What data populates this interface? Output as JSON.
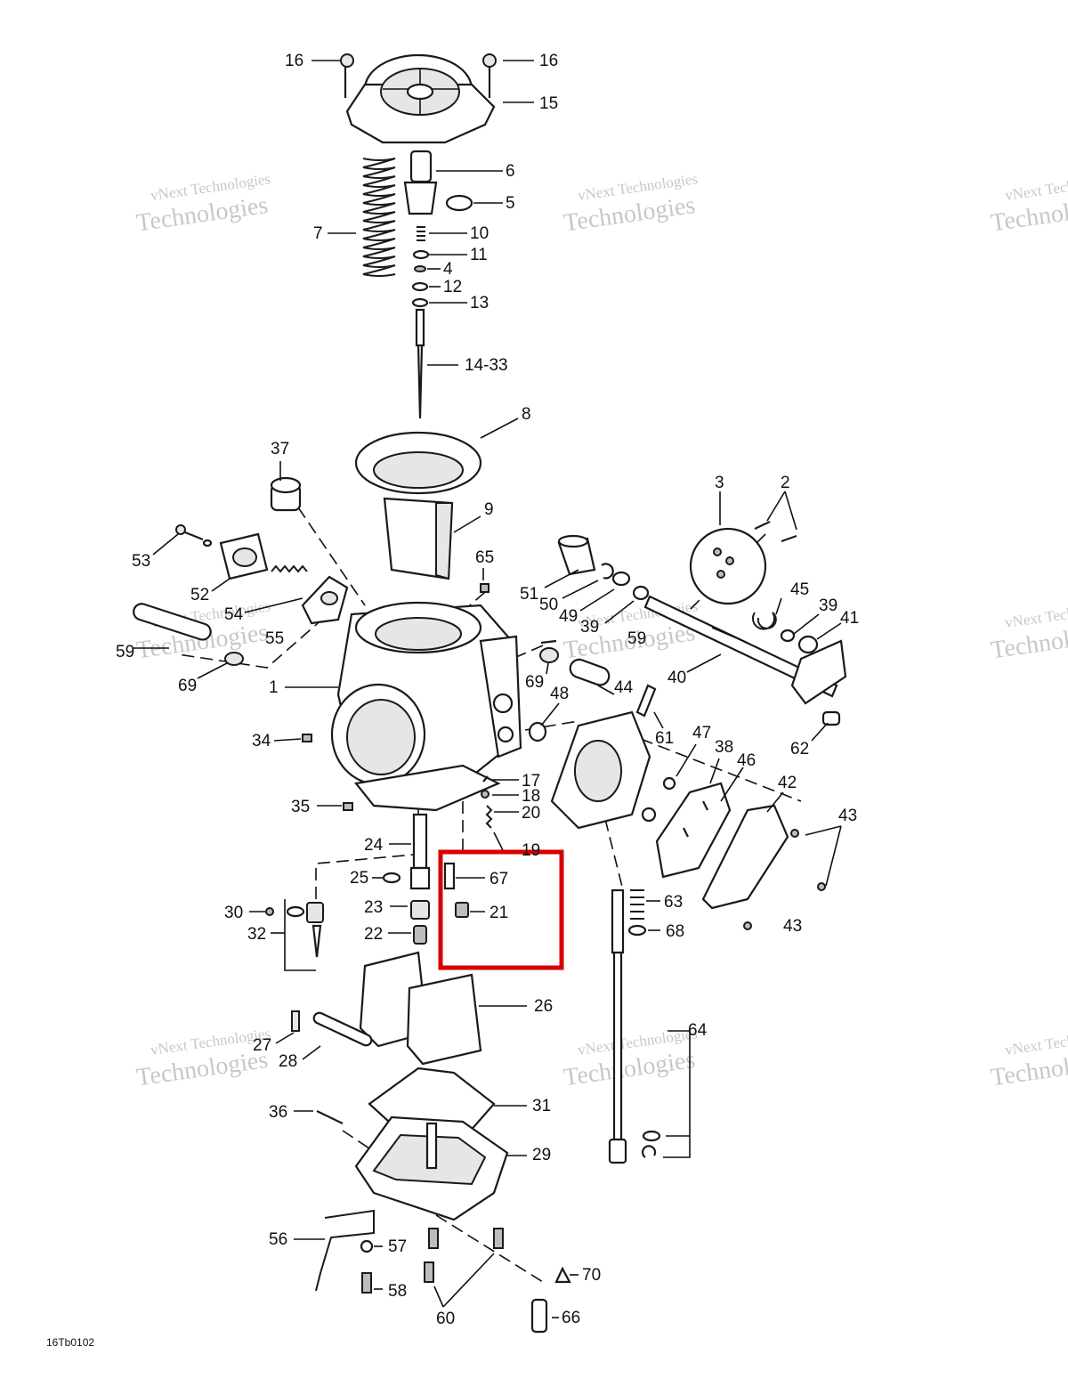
{
  "diagram_code": "16Tb0102",
  "watermark": {
    "line1": "vNext Technologies",
    "line2": "Technologies"
  },
  "highlight_color": "#d60000",
  "callouts": {
    "c16a": "16",
    "c16b": "16",
    "c15": "15",
    "c6": "6",
    "c5": "5",
    "c7": "7",
    "c10": "10",
    "c11": "11",
    "c4": "4",
    "c12": "12",
    "c13": "13",
    "c14_33": "14-33",
    "c8": "8",
    "c37": "37",
    "c9": "9",
    "c3": "3",
    "c2": "2",
    "c53": "53",
    "c65": "65",
    "c52": "52",
    "c54": "54",
    "c55": "55",
    "c51": "51",
    "c50": "50",
    "c49": "49",
    "c39a": "39",
    "c59a": "59",
    "c59b": "59",
    "c45": "45",
    "c39b": "39",
    "c41": "41",
    "c69a": "69",
    "c69b": "69",
    "c1": "1",
    "c48": "48",
    "c44": "44",
    "c40": "40",
    "c34": "34",
    "c61": "61",
    "c47": "47",
    "c38": "38",
    "c46": "46",
    "c62": "62",
    "c17": "17",
    "c18": "18",
    "c20": "20",
    "c19": "19",
    "c35": "35",
    "c42": "42",
    "c43a": "43",
    "c43b": "43",
    "c24": "24",
    "c67": "67",
    "c25": "25",
    "c21": "21",
    "c63": "63",
    "c68": "68",
    "c30": "30",
    "c23": "23",
    "c32": "32",
    "c22": "22",
    "c26": "26",
    "c64": "64",
    "c27": "27",
    "c28": "28",
    "c31": "31",
    "c36": "36",
    "c29": "29",
    "c56": "56",
    "c57": "57",
    "c70": "70",
    "c58": "58",
    "c60": "60",
    "c66": "66"
  }
}
